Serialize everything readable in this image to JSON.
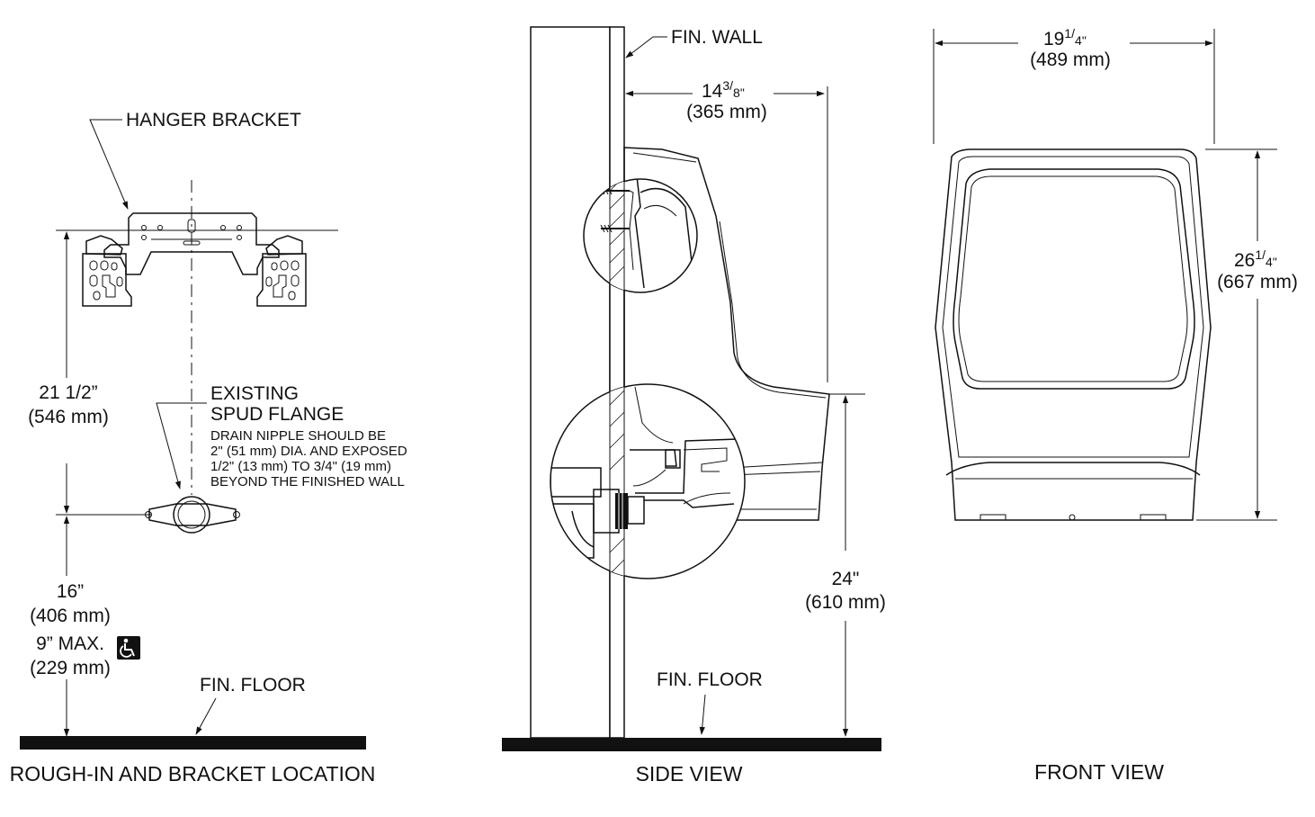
{
  "rough_in": {
    "hanger_bracket": "HANGER BRACKET",
    "dim_bracket_in": "21 1/2”",
    "dim_bracket_mm": "(546 mm)",
    "spud_title_1": "EXISTING",
    "spud_title_2": "SPUD FLANGE",
    "spud_note_1": "DRAIN NIPPLE SHOULD BE",
    "spud_note_2": "2\" (51 mm) DIA. AND EXPOSED",
    "spud_note_3": "1/2\" (13 mm) TO 3/4\" (19 mm)",
    "spud_note_4": "BEYOND THE FINISHED WALL",
    "dim_spud_in": "16”",
    "dim_spud_mm": "(406 mm)",
    "dim_max_in": "9” MAX.",
    "dim_max_mm": "(229 mm)",
    "accessibility_icon": "wheelchair-icon",
    "fin_floor": "FIN. FLOOR",
    "caption": "ROUGH-IN AND BRACKET LOCATION"
  },
  "side_view": {
    "fin_wall": "FIN. WALL",
    "dim_depth_whole": "14",
    "dim_depth_num": "3",
    "dim_depth_den": "8",
    "dim_depth_mm": "(365 mm)",
    "dim_height_in": "24\"",
    "dim_height_mm": "(610 mm)",
    "fin_floor": "FIN. FLOOR",
    "caption": "SIDE VIEW"
  },
  "front_view": {
    "dim_width_whole": "19",
    "dim_width_num": "1",
    "dim_width_den": "4\"",
    "dim_width_mm": "(489 mm)",
    "dim_height_whole": "26",
    "dim_height_num": "1",
    "dim_height_den": "4\"",
    "dim_height_mm": "(667 mm)",
    "caption": "FRONT VIEW"
  }
}
